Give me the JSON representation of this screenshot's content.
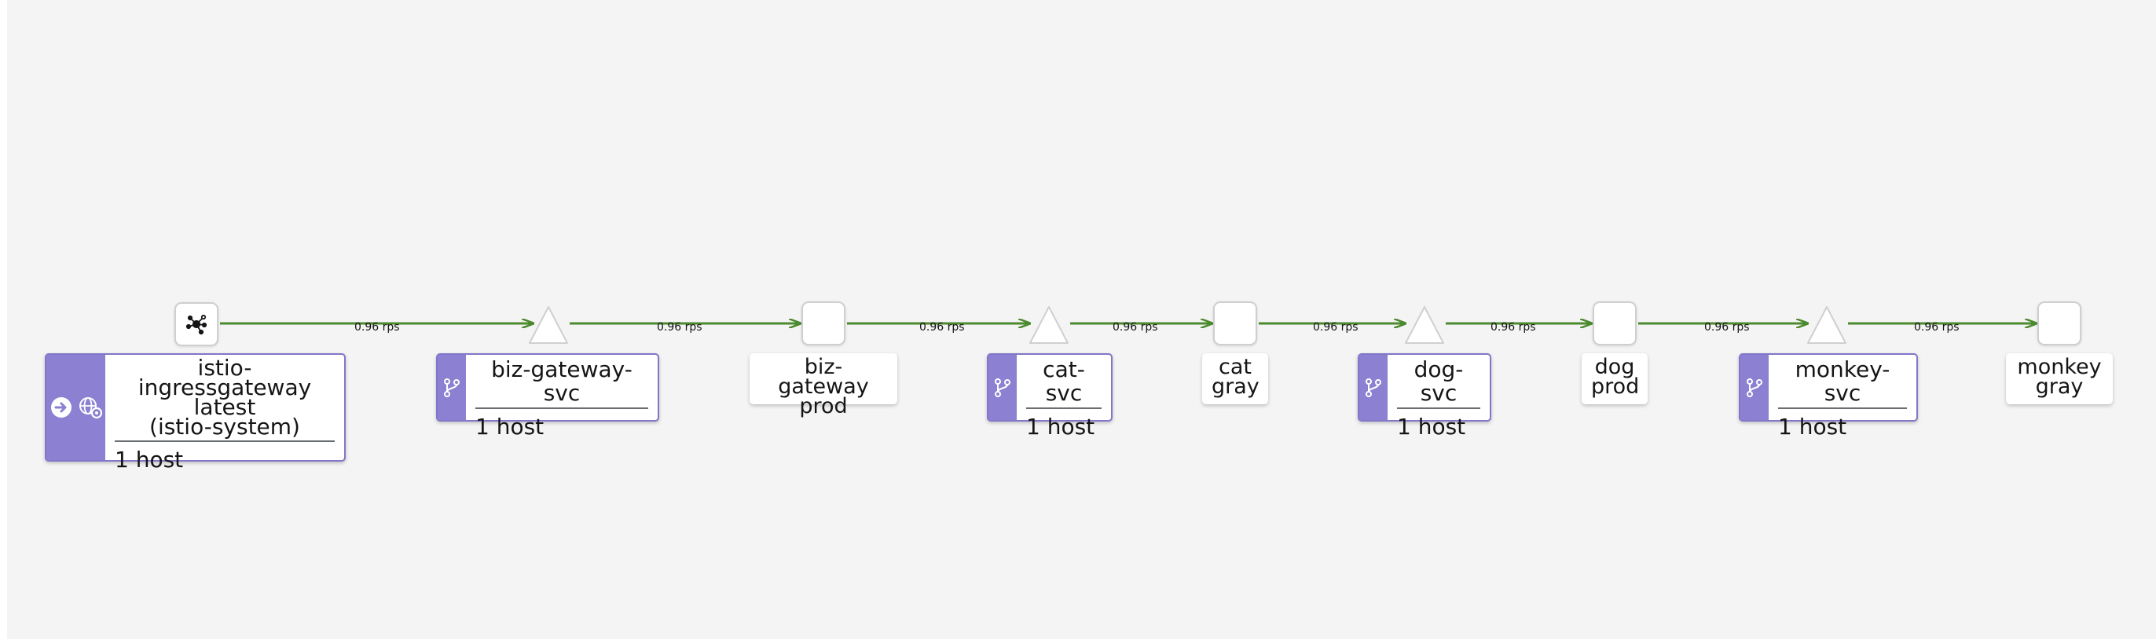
{
  "edges": [
    {
      "from": "istio-ingressgateway",
      "to": "biz-gateway-svc",
      "label": "0.96 rps"
    },
    {
      "from": "biz-gateway-svc",
      "to": "biz-gateway prod",
      "label": "0.96 rps"
    },
    {
      "from": "biz-gateway prod",
      "to": "cat-svc",
      "label": "0.96 rps"
    },
    {
      "from": "cat-svc",
      "to": "cat gray",
      "label": "0.96 rps"
    },
    {
      "from": "cat gray",
      "to": "dog-svc",
      "label": "0.96 rps"
    },
    {
      "from": "dog-svc",
      "to": "dog prod",
      "label": "0.96 rps"
    },
    {
      "from": "dog prod",
      "to": "monkey-svc",
      "label": "0.96 rps"
    },
    {
      "from": "monkey-svc",
      "to": "monkey gray",
      "label": "0.96 rps"
    }
  ],
  "gateway": {
    "name": "istio-ingressgateway",
    "version": "latest",
    "namespace": "(istio-system)",
    "hosts": "1 host"
  },
  "services": [
    {
      "name": "biz-gateway-svc",
      "hosts": "1 host"
    },
    {
      "name": "cat-svc",
      "hosts": "1 host"
    },
    {
      "name": "dog-svc",
      "hosts": "1 host"
    },
    {
      "name": "monkey-svc",
      "hosts": "1 host"
    }
  ],
  "workloads": [
    {
      "app": "biz-gateway",
      "version": "prod"
    },
    {
      "app": "cat",
      "version": "gray"
    },
    {
      "app": "dog",
      "version": "prod"
    },
    {
      "app": "monkey",
      "version": "gray"
    }
  ],
  "colors": {
    "edge": "#4b8a2e",
    "service_badge": "#8b80d1",
    "service_border": "#8176c9",
    "node_border": "#cfcfcf",
    "background": "#f4f4f4"
  }
}
